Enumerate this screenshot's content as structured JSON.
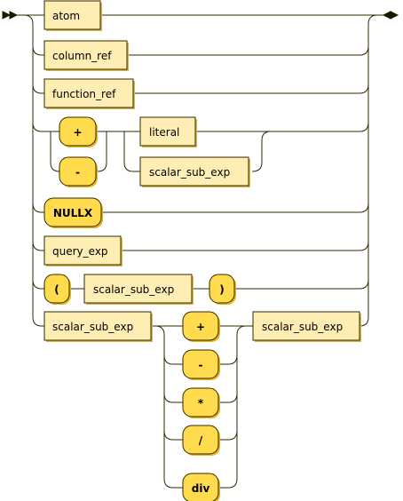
{
  "diagram": {
    "nodes": {
      "atom": "atom",
      "column_ref": "column_ref",
      "function_ref": "function_ref",
      "plus_sign": "+",
      "minus_sign": "-",
      "literal": "literal",
      "scalar_sub_exp_signed": "scalar_sub_exp",
      "nullx": "NULLX",
      "query_exp": "query_exp",
      "open_paren": "(",
      "scalar_sub_exp_paren": "scalar_sub_exp",
      "close_paren": ")",
      "scalar_sub_exp_left": "scalar_sub_exp",
      "op_plus": "+",
      "op_minus": "-",
      "op_multiply": "*",
      "op_divide": "/",
      "op_div": "div",
      "scalar_sub_exp_right": "scalar_sub_exp"
    },
    "colors": {
      "nonterminal_fill": "#feeeb3",
      "terminal_fill": "#ffdb4d",
      "line": "#332900"
    }
  }
}
